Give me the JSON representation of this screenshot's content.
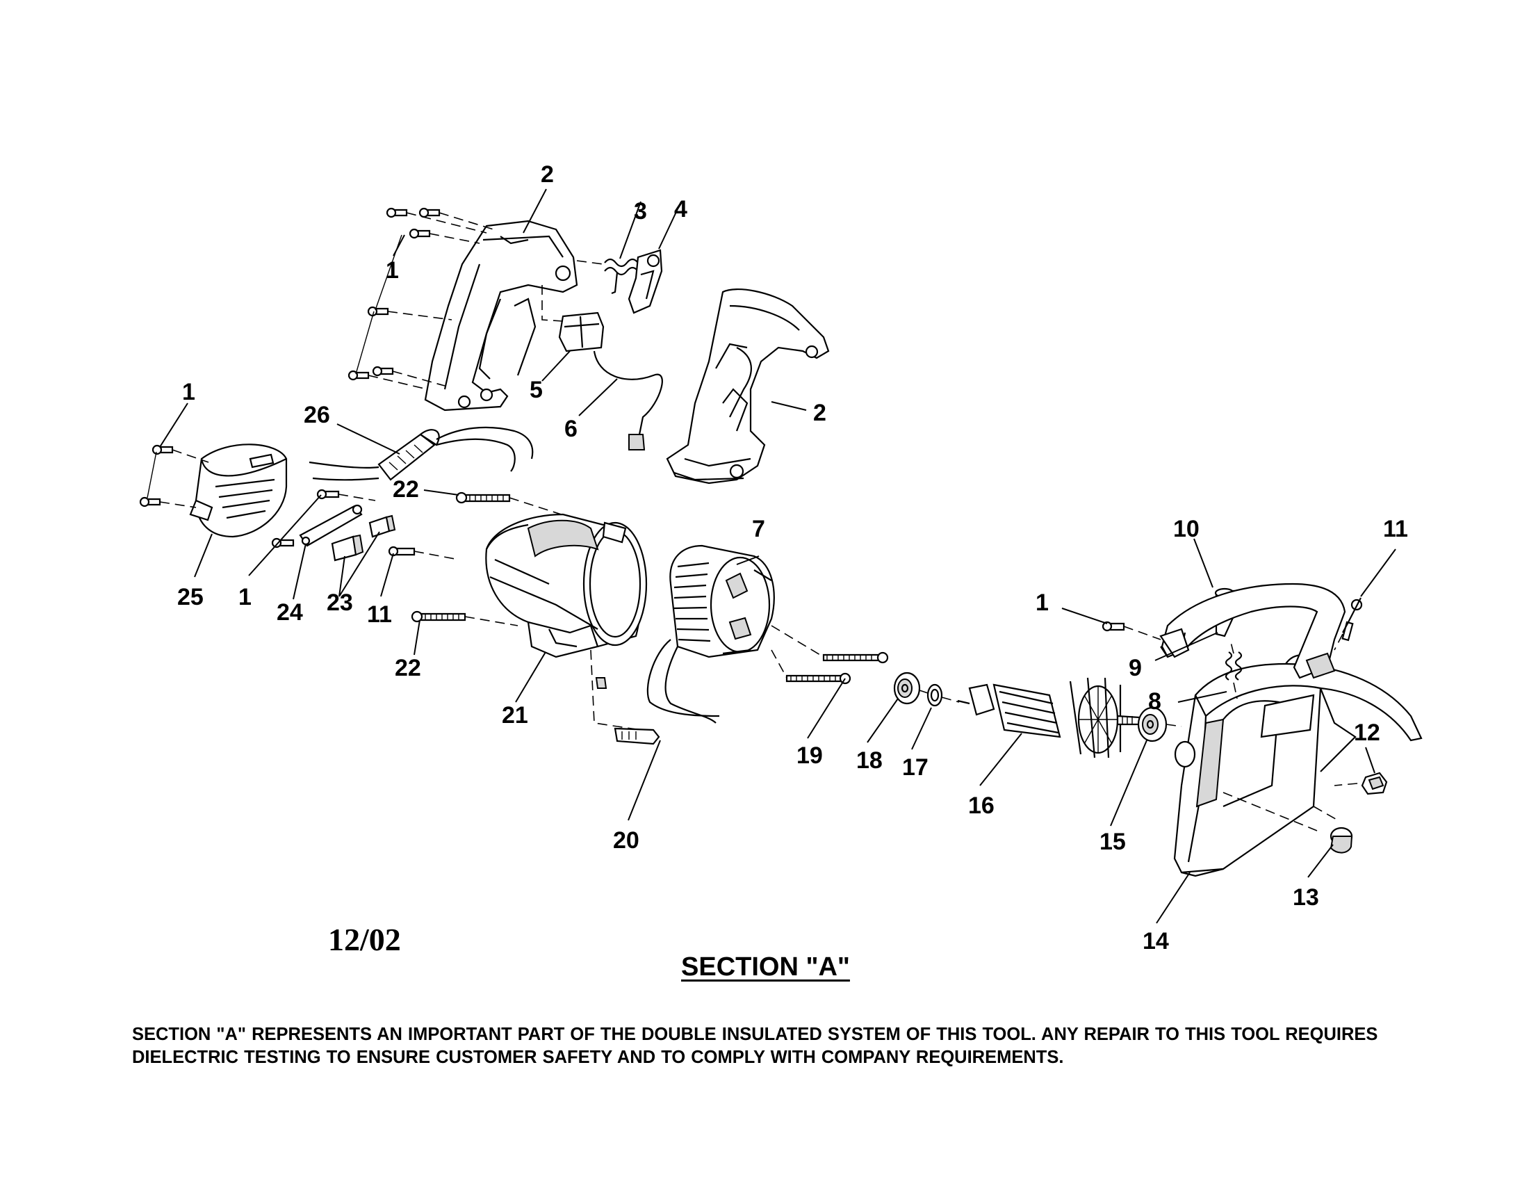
{
  "callouts": [
    {
      "id": "c-2a",
      "label": "2"
    },
    {
      "id": "c-3",
      "label": "3"
    },
    {
      "id": "c-4",
      "label": "4"
    },
    {
      "id": "c-1a",
      "label": "1"
    },
    {
      "id": "c-5",
      "label": "5"
    },
    {
      "id": "c-6",
      "label": "6"
    },
    {
      "id": "c-2b",
      "label": "2"
    },
    {
      "id": "c-1b",
      "label": "1"
    },
    {
      "id": "c-26",
      "label": "26"
    },
    {
      "id": "c-22a",
      "label": "22"
    },
    {
      "id": "c-25",
      "label": "25"
    },
    {
      "id": "c-1c",
      "label": "1"
    },
    {
      "id": "c-24",
      "label": "24"
    },
    {
      "id": "c-23",
      "label": "23"
    },
    {
      "id": "c-11a",
      "label": "11"
    },
    {
      "id": "c-22b",
      "label": "22"
    },
    {
      "id": "c-21",
      "label": "21"
    },
    {
      "id": "c-7",
      "label": "7"
    },
    {
      "id": "c-20",
      "label": "20"
    },
    {
      "id": "c-19",
      "label": "19"
    },
    {
      "id": "c-18",
      "label": "18"
    },
    {
      "id": "c-17",
      "label": "17"
    },
    {
      "id": "c-16",
      "label": "16"
    },
    {
      "id": "c-15",
      "label": "15"
    },
    {
      "id": "c-14",
      "label": "14"
    },
    {
      "id": "c-13",
      "label": "13"
    },
    {
      "id": "c-12",
      "label": "12"
    },
    {
      "id": "c-8",
      "label": "8"
    },
    {
      "id": "c-9",
      "label": "9"
    },
    {
      "id": "c-1d",
      "label": "1"
    },
    {
      "id": "c-10",
      "label": "10"
    },
    {
      "id": "c-11b",
      "label": "11"
    }
  ],
  "date_code": "12/02",
  "section_title": "SECTION \"A\"",
  "section_note": "SECTION \"A\" REPRESENTS AN IMPORTANT PART OF THE DOUBLE INSULATED SYSTEM OF THIS TOOL.  ANY REPAIR TO THIS TOOL REQUIRES DIELECTRIC TESTING TO ENSURE CUSTOMER SAFETY AND TO COMPLY WITH COMPANY REQUIREMENTS."
}
